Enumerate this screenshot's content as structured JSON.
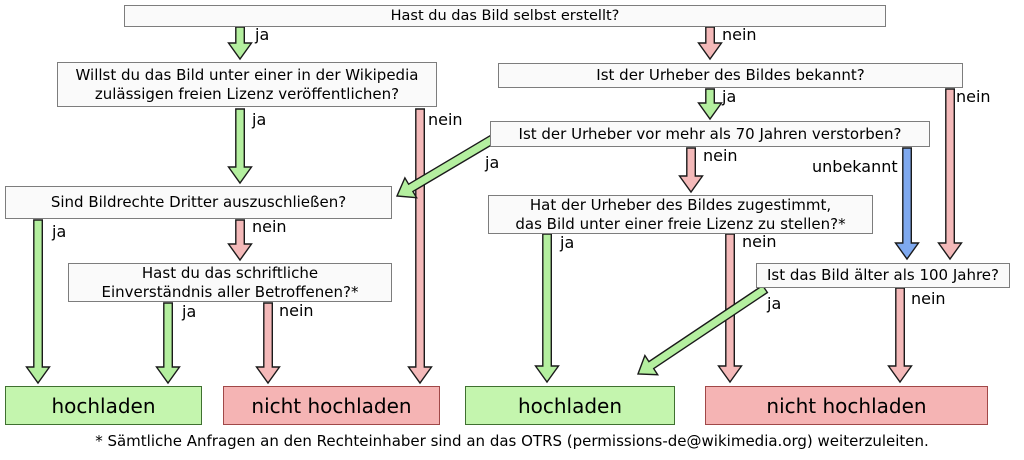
{
  "nodes": {
    "q1": {
      "text": "Hast du das Bild selbst erstellt?"
    },
    "q2": {
      "text": "Willst du das Bild unter einer in der Wikipedia\nzulässigen freien Lizenz veröffentlichen?"
    },
    "q3": {
      "text": "Ist der Urheber des Bildes bekannt?"
    },
    "q4": {
      "text": "Ist der Urheber vor mehr als 70 Jahren verstorben?"
    },
    "q5": {
      "text": "Sind Bildrechte Dritter auszuschließen?"
    },
    "q6": {
      "text": "Hast du das schriftliche\nEinverständnis aller Betroffenen?*"
    },
    "q7": {
      "text": "Hat der Urheber des Bildes zugestimmt,\ndas Bild unter einer freie Lizenz zu stellen?*"
    },
    "q8": {
      "text": "Ist das Bild älter als 100 Jahre?"
    },
    "r1": {
      "text": "hochladen"
    },
    "r2": {
      "text": "nicht hochladen"
    },
    "r3": {
      "text": "hochladen"
    },
    "r4": {
      "text": "nicht hochladen"
    }
  },
  "edges": [
    {
      "id": "e1",
      "from": "q1",
      "to": "q2",
      "label": "ja",
      "color": "yes"
    },
    {
      "id": "e2",
      "from": "q1",
      "to": "q3",
      "label": "nein",
      "color": "no"
    },
    {
      "id": "e3",
      "from": "q2",
      "to": "q5",
      "label": "ja",
      "color": "yes"
    },
    {
      "id": "e4",
      "from": "q2",
      "to": "r2",
      "label": "nein",
      "color": "no"
    },
    {
      "id": "e5",
      "from": "q3",
      "to": "q4",
      "label": "ja",
      "color": "yes"
    },
    {
      "id": "e6",
      "from": "q3",
      "to": "q8",
      "label": "nein",
      "color": "no"
    },
    {
      "id": "e7",
      "from": "q4",
      "to": "q5",
      "label": "ja",
      "color": "yes"
    },
    {
      "id": "e8",
      "from": "q4",
      "to": "q7",
      "label": "nein",
      "color": "no"
    },
    {
      "id": "e9",
      "from": "q4",
      "to": "q8",
      "label": "unbekannt",
      "color": "unknown"
    },
    {
      "id": "e10",
      "from": "q5",
      "to": "r1",
      "label": "ja",
      "color": "yes"
    },
    {
      "id": "e11",
      "from": "q5",
      "to": "q6",
      "label": "nein",
      "color": "no"
    },
    {
      "id": "e12",
      "from": "q6",
      "to": "r1",
      "label": "ja",
      "color": "yes"
    },
    {
      "id": "e13",
      "from": "q6",
      "to": "r2",
      "label": "nein",
      "color": "no"
    },
    {
      "id": "e14",
      "from": "q7",
      "to": "r3",
      "label": "ja",
      "color": "yes"
    },
    {
      "id": "e15",
      "from": "q7",
      "to": "r4",
      "label": "nein",
      "color": "no"
    },
    {
      "id": "e16",
      "from": "q8",
      "to": "r3",
      "label": "ja",
      "color": "yes"
    },
    {
      "id": "e17",
      "from": "q8",
      "to": "r4",
      "label": "nein",
      "color": "no"
    }
  ],
  "colors": {
    "yes": "#b4ef9f",
    "no": "#f4b9b9",
    "unknown": "#7fa9ef",
    "arrow_outline": "#1a1a1a",
    "upload_box": "#c4f5ae",
    "no_upload_box": "#f5b4b4"
  },
  "footnote": "* Sämtliche Anfragen an den Rechteinhaber sind an das OTRS (permissions-de@wikimedia.org) weiterzuleiten."
}
